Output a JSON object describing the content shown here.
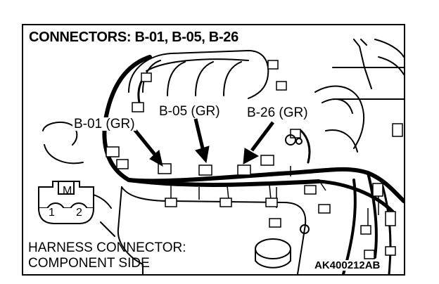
{
  "figure": {
    "title": "CONNECTORS: B-01, B-05, B-26",
    "callouts": {
      "b01": "B-01 (GR)",
      "b05": "B-05 (GR)",
      "b26": "B-26 (GR)"
    },
    "connector_symbol": {
      "label": "M",
      "pins": [
        "1",
        "2"
      ]
    },
    "footer": {
      "line1": "HARNESS CONNECTOR:",
      "line2": "COMPONENT SIDE"
    },
    "reference_code": "AK400212AB"
  }
}
